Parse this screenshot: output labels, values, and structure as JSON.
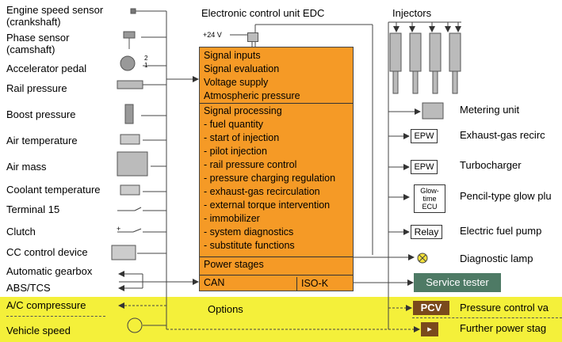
{
  "inputs": [
    {
      "line1": "Engine speed sensor",
      "line2": "(crankshaft)"
    },
    {
      "line1": "Phase sensor",
      "line2": "(camshaft)"
    },
    {
      "line1": "Accelerator pedal"
    },
    {
      "line1": "Rail pressure"
    },
    {
      "line1": "Boost pressure"
    },
    {
      "line1": "Air temperature"
    },
    {
      "line1": "Air mass"
    },
    {
      "line1": "Coolant temperature"
    },
    {
      "line1": "Terminal 15"
    },
    {
      "line1": "Clutch"
    },
    {
      "line1": "CC control device"
    },
    {
      "line1": "Automatic gearbox"
    },
    {
      "line1": "ABS/TCS"
    },
    {
      "line1": "A/C compressure"
    },
    {
      "line1": "Vehicle speed"
    }
  ],
  "pedal": {
    "pin_top": "2",
    "pin_bottom": "1"
  },
  "clutch": {
    "sign": "+"
  },
  "ecu": {
    "title": "Electronic control unit EDC",
    "supply": "+24 V",
    "section1": [
      "Signal inputs",
      "Signal evaluation",
      "Voltage supply",
      "Atmospheric pressure"
    ],
    "section2": [
      "Signal processing",
      "- fuel quantity",
      "- start of injection",
      "- pilot injection",
      "- rail pressure control",
      "- pressure charging regulation",
      "- exhaust-gas recirculation",
      "- external torque intervention",
      "- immobilizer",
      "- system diagnostics",
      "- substitute functions"
    ],
    "power_stages": "Power stages",
    "can": "CAN",
    "iso_k": "ISO-K"
  },
  "options_label": "Options",
  "outputs": {
    "injectors": "Injectors",
    "metering_unit": "Metering unit",
    "epw_box": "EPW",
    "exhaust_gas": "Exhaust-gas recirc",
    "turbocharger": "Turbocharger",
    "glow_ecu": [
      "Glow-",
      "time",
      "ECU"
    ],
    "glow_plug": "Pencil-type glow plu",
    "relay_box": "Relay",
    "fuel_pump": "Electric fuel pump",
    "diagnostic_lamp": "Diagnostic lamp",
    "service_tester": "Service tester",
    "pcv_box": "PCV",
    "pressure_control": "Pressure control va",
    "fps_box": "▸",
    "further_power": "Further power stag"
  },
  "colors": {
    "ecu": "#f59a26",
    "options_band": "#f4f03a",
    "service_tester": "#4e7a65",
    "pcv": "#7a4a1c"
  }
}
